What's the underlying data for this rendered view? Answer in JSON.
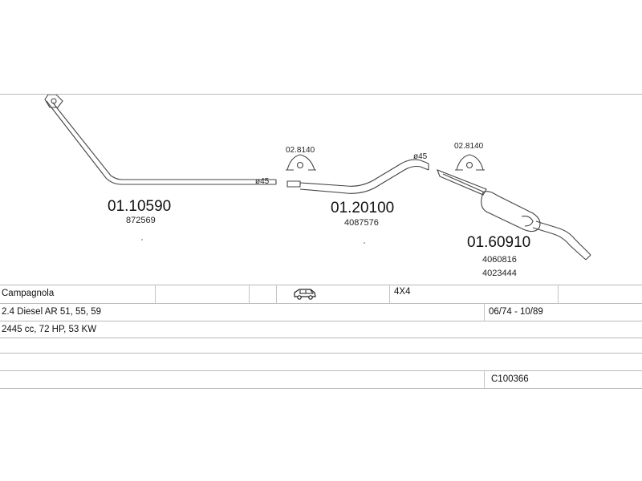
{
  "parts": [
    {
      "code": "01.10590",
      "ref": "872569",
      "size": "ø45"
    },
    {
      "code": "01.20100",
      "ref": "4087576",
      "size": "ø45"
    },
    {
      "code": "01.60910",
      "refs": [
        "4060816",
        "4023444"
      ]
    }
  ],
  "clamps": [
    {
      "code": "02.8140"
    },
    {
      "code": "02.8140"
    }
  ],
  "vehicle": {
    "model": "Campagnola",
    "drive": "4X4",
    "engine": "2.4 Diesel AR 51, 55, 59",
    "years": "06/74 - 10/89",
    "specs": "2445 cc, 72 HP, 53 KW",
    "catalog_code": "C100366",
    "body_icon": "car-icon"
  }
}
